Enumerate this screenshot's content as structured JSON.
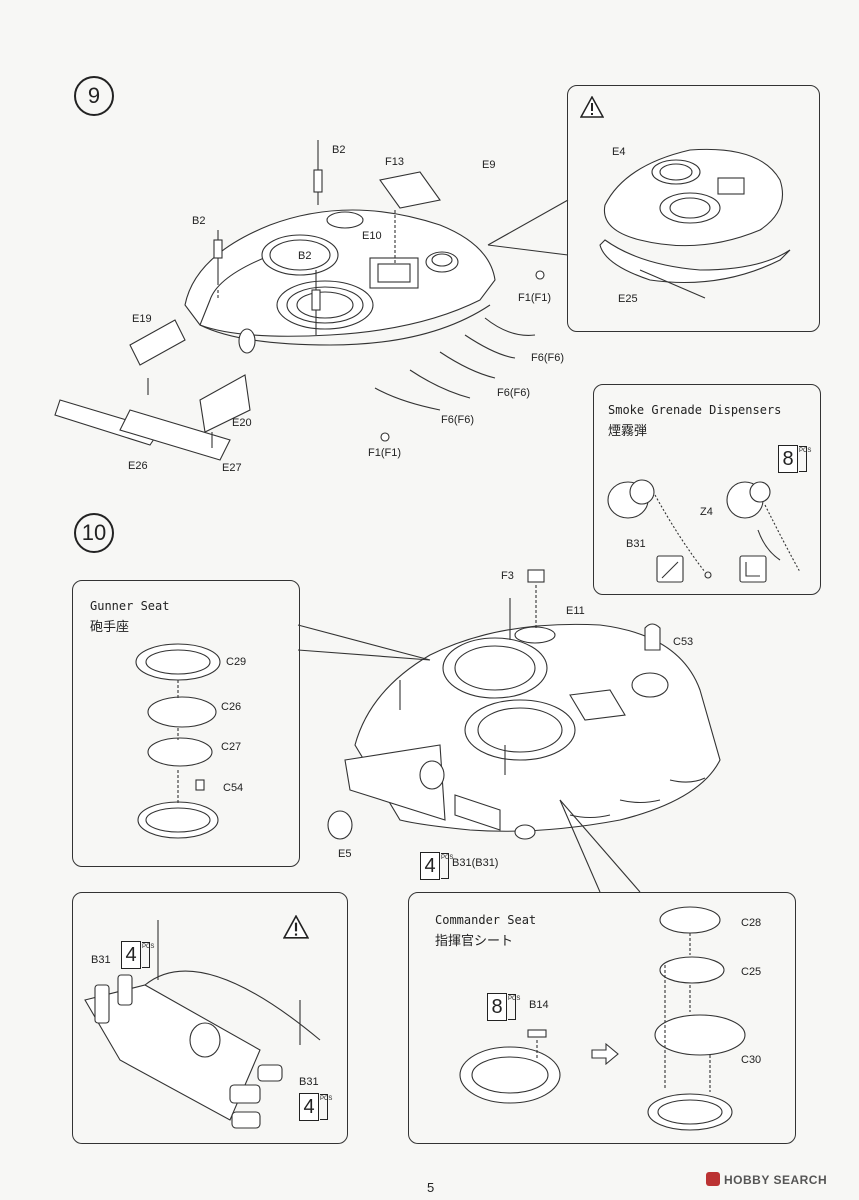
{
  "page": {
    "number": "5"
  },
  "watermark": {
    "text": "HOBBY SEARCH"
  },
  "step9": {
    "step_number": "9",
    "labels": {
      "b2_top": "B2",
      "b2_left": "B2",
      "b2_center": "B2",
      "f13": "F13",
      "e9": "E9",
      "e10": "E10",
      "f1_right": "F1(F1)",
      "f6_a": "F6(F6)",
      "f6_b": "F6(F6)",
      "f6_c": "F6(F6)",
      "f1_bottom": "F1(F1)",
      "e19": "E19",
      "e20": "E20",
      "e26": "E26",
      "e27": "E27"
    },
    "detail": {
      "e4": "E4",
      "e25": "E25"
    },
    "smoke": {
      "title": "Smoke Grenade Dispensers",
      "subtitle": "煙霧弾",
      "pcs_count": "8",
      "pcs_label": "PCS",
      "b31": "B31",
      "z4": "Z4"
    }
  },
  "step10": {
    "step_number": "10",
    "labels": {
      "f3": "F3",
      "e11": "E11",
      "c53": "C53",
      "e5": "E5",
      "b31": "B31(B31)",
      "pcs_count": "4",
      "pcs_label": "PCS"
    },
    "gunner": {
      "title": "Gunner Seat",
      "subtitle": "砲手座",
      "c29": "C29",
      "c26": "C26",
      "c27": "C27",
      "c54": "C54"
    },
    "warning_box": {
      "b31_top": "B31",
      "b31_bottom": "B31",
      "pcs_top": "4",
      "pcs_bottom": "4",
      "pcs_label": "PCS"
    },
    "commander": {
      "title": "Commander Seat",
      "subtitle": "指揮官シート",
      "pcs_count": "8",
      "pcs_label": "PCS",
      "b14": "B14",
      "c28": "C28",
      "c25": "C25",
      "c30": "C30"
    }
  }
}
